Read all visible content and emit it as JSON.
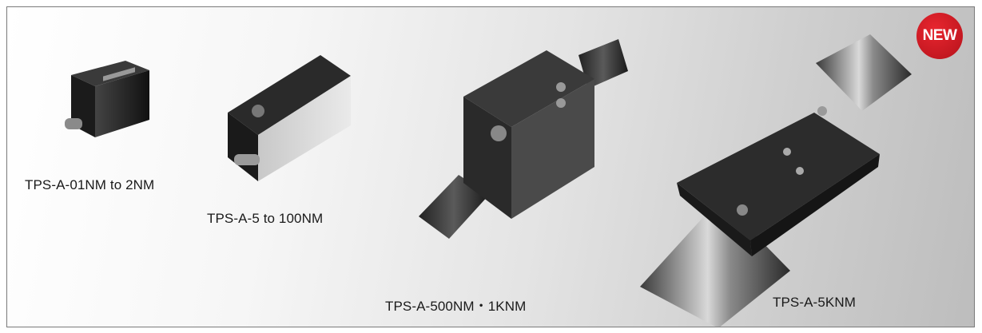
{
  "badge": {
    "text": "NEW",
    "color": "#c8161e"
  },
  "products": [
    {
      "label": "TPS-A-01NM to 2NM"
    },
    {
      "label": "TPS-A-5 to 100NM"
    },
    {
      "label": "TPS-A-500NM・1KNM"
    },
    {
      "label": "TPS-A-5KNM"
    }
  ]
}
